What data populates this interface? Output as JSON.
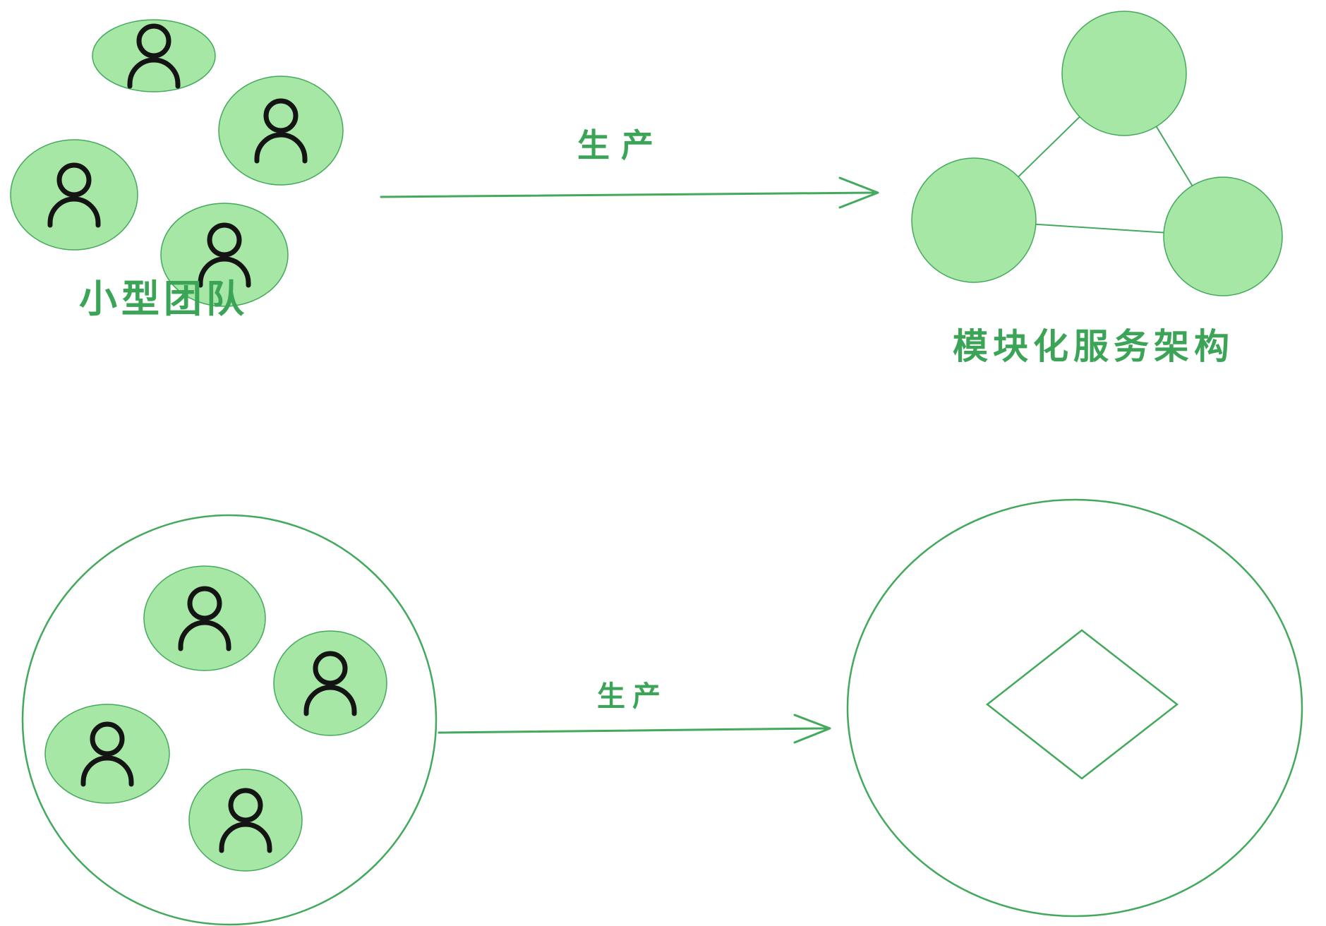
{
  "colors": {
    "background": "#ffffff",
    "stroke_green": "#43a95c",
    "fill_green": "#a6e7a6",
    "text_green": "#3ba457",
    "person_stroke": "#141414"
  },
  "top_row": {
    "teams_label": "小型团队",
    "arrow_label": "生产",
    "architecture_label": "模块化服务架构"
  },
  "bottom_row": {
    "arrow_label": "生产"
  },
  "icons": {
    "person": "person-icon"
  }
}
